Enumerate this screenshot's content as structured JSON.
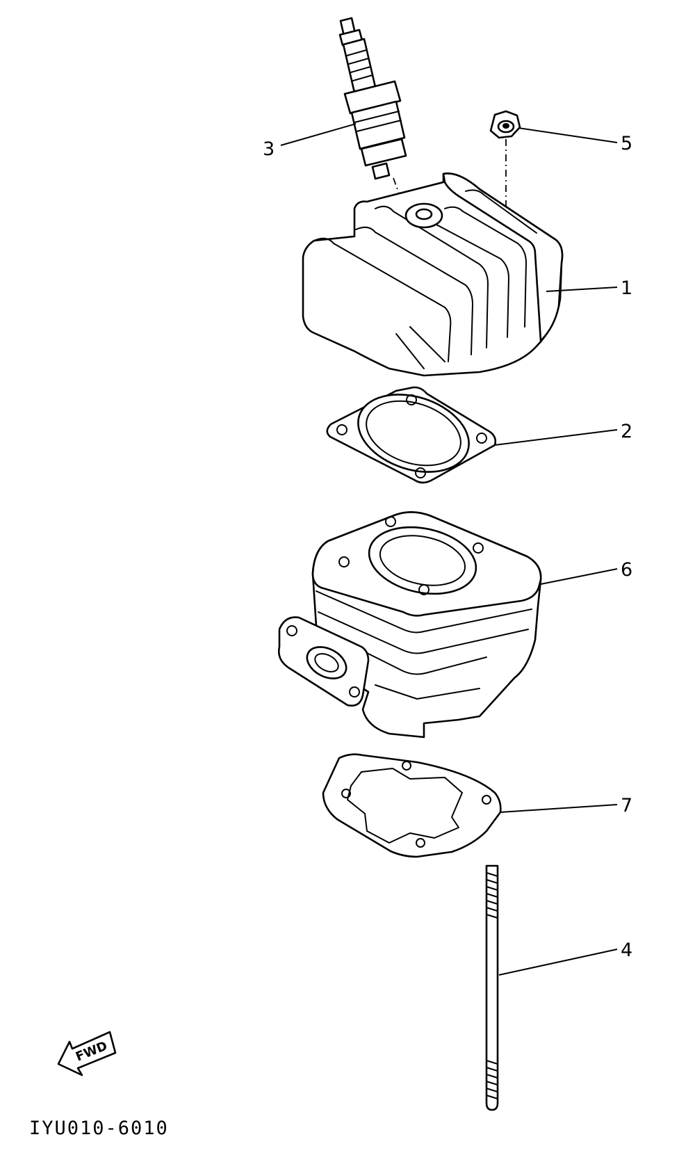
{
  "callouts": [
    {
      "id": "1",
      "label": "1"
    },
    {
      "id": "2",
      "label": "2"
    },
    {
      "id": "3",
      "label": "3"
    },
    {
      "id": "4",
      "label": "4"
    },
    {
      "id": "5",
      "label": "5"
    },
    {
      "id": "6",
      "label": "6"
    },
    {
      "id": "7",
      "label": "7"
    }
  ],
  "forward_arrow_label": "FWD",
  "figure_code": "IYU010-6010"
}
